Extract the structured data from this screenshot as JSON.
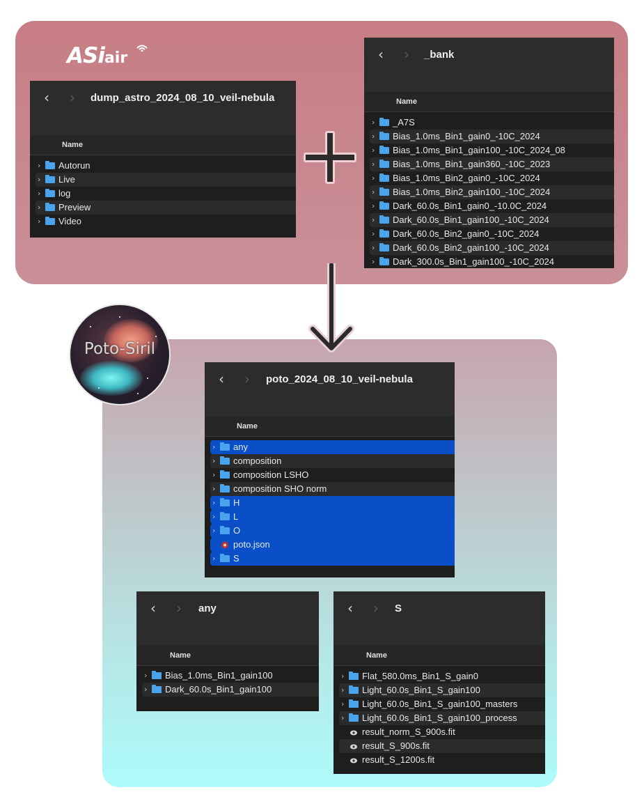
{
  "logos": {
    "asiair": {
      "main": "ASi",
      "suffix": "air"
    },
    "siril": {
      "text": "Poto-Siril"
    }
  },
  "windows": {
    "dump": {
      "title": "dump_astro_2024_08_10_veil-nebula",
      "column": "Name",
      "rows": [
        {
          "label": "Autorun",
          "type": "folder"
        },
        {
          "label": "Live",
          "type": "folder"
        },
        {
          "label": "log",
          "type": "folder"
        },
        {
          "label": "Preview",
          "type": "folder"
        },
        {
          "label": "Video",
          "type": "folder"
        }
      ]
    },
    "bank": {
      "title": "_bank",
      "column": "Name",
      "rows": [
        {
          "label": "_A7S",
          "type": "folder"
        },
        {
          "label": "Bias_1.0ms_Bin1_gain0_-10C_2024",
          "type": "folder"
        },
        {
          "label": "Bias_1.0ms_Bin1_gain100_-10C_2024_08",
          "type": "folder"
        },
        {
          "label": "Bias_1.0ms_Bin1_gain360_-10C_2023",
          "type": "folder"
        },
        {
          "label": "Bias_1.0ms_Bin2_gain0_-10C_2024",
          "type": "folder"
        },
        {
          "label": "Bias_1.0ms_Bin2_gain100_-10C_2024",
          "type": "folder"
        },
        {
          "label": "Dark_60.0s_Bin1_gain0_-10.0C_2024",
          "type": "folder"
        },
        {
          "label": "Dark_60.0s_Bin1_gain100_-10C_2024",
          "type": "folder"
        },
        {
          "label": "Dark_60.0s_Bin2_gain0_-10C_2024",
          "type": "folder"
        },
        {
          "label": "Dark_60.0s_Bin2_gain100_-10C_2024",
          "type": "folder"
        },
        {
          "label": "Dark_300.0s_Bin1_gain100_-10C_2024",
          "type": "folder"
        }
      ]
    },
    "poto": {
      "title": "poto_2024_08_10_veil-nebula",
      "column": "Name",
      "rows": [
        {
          "label": "any",
          "type": "folder",
          "selected": true
        },
        {
          "label": "composition",
          "type": "folder"
        },
        {
          "label": "composition LSHO",
          "type": "folder"
        },
        {
          "label": "composition SHO norm",
          "type": "folder"
        },
        {
          "label": "H",
          "type": "folder",
          "selected": true
        },
        {
          "label": "L",
          "type": "folder",
          "selected": true
        },
        {
          "label": "O",
          "type": "folder",
          "selected": true
        },
        {
          "label": "poto.json",
          "type": "json",
          "selected": true
        },
        {
          "label": "S",
          "type": "folder",
          "selected": true
        }
      ]
    },
    "any": {
      "title": "any",
      "column": "Name",
      "rows": [
        {
          "label": "Bias_1.0ms_Bin1_gain100",
          "type": "folder"
        },
        {
          "label": "Dark_60.0s_Bin1_gain100",
          "type": "folder"
        }
      ]
    },
    "s": {
      "title": "S",
      "column": "Name",
      "rows": [
        {
          "label": "Flat_580.0ms_Bin1_S_gain0",
          "type": "folder"
        },
        {
          "label": "Light_60.0s_Bin1_S_gain100",
          "type": "folder"
        },
        {
          "label": "Light_60.0s_Bin1_S_gain100_masters",
          "type": "folder"
        },
        {
          "label": "Light_60.0s_Bin1_S_gain100_process",
          "type": "folder"
        },
        {
          "label": "result_norm_S_900s.fit",
          "type": "fit"
        },
        {
          "label": "result_S_900s.fit",
          "type": "fit"
        },
        {
          "label": "result_S_1200s.fit",
          "type": "fit"
        }
      ]
    }
  },
  "colors": {
    "top_panel": "#c77d84",
    "bottom_panel_top": "#c7a4ae",
    "bottom_panel_bottom": "#adfbfb",
    "selection": "#0a4fc7",
    "folder": "#49a4ec"
  }
}
